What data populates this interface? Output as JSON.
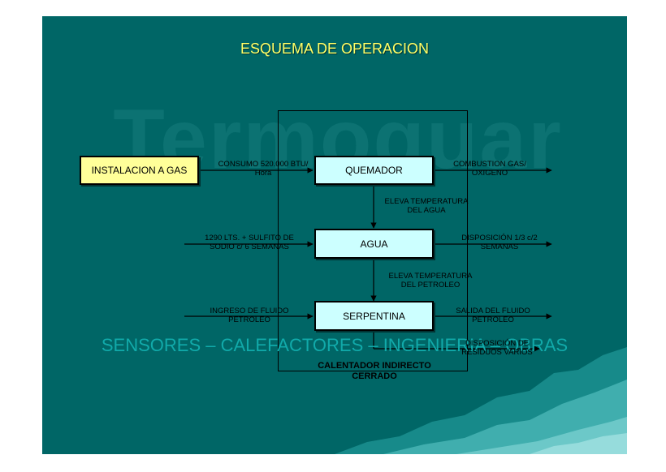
{
  "slide": {
    "title": "ESQUEMA DE OPERACION",
    "watermark_brand": "Termoquar",
    "watermark_tagline": "SENSORES – CALEFACTORES – INGENIERIA – OBRAS"
  },
  "nodes": {
    "instalacion": "INSTALACION A GAS",
    "quemador": "QUEMADOR",
    "agua": "AGUA",
    "serpentina": "SERPENTINA"
  },
  "edges": {
    "consumo_1": "CONSUMO 520.000 BTU/",
    "consumo_2": "Hora",
    "combustion_1": "COMBUSTION GAS/",
    "combustion_2": "OXIGENO",
    "eleva_agua_1": "ELEVA TEMPERATURA",
    "eleva_agua_2": "DEL AGUA",
    "sulfito_1": "1290 LTS. + SULFITO DE",
    "sulfito_2": "SODIO c/ 6 SEMANAS",
    "disposicion_1": "DISPOSICIÓN 1/3 c/2",
    "disposicion_2": "SEMANAS",
    "eleva_petroleo_1": "ELEVA TEMPERATURA",
    "eleva_petroleo_2": "DEL PETROLEO",
    "ingreso_1": "INGRESO DE FLUIDO",
    "ingreso_2": "PETROLEO",
    "salida_1": "SALIDA DEL FLUIDO",
    "salida_2": "PETROLEO",
    "residuos_1": "DISPOSICIÓN DE",
    "residuos_2": "RESIDUOS VARIOS"
  },
  "frame": {
    "caption_1": "CALENTADOR INDIRECTO",
    "caption_2": "CERRADO"
  },
  "colors": {
    "background": "#006666",
    "title": "#ffff66",
    "box_cyan": "#ccffff",
    "box_yellow": "#ffff99",
    "watermark_brand": "#0c7272",
    "watermark_tagline": "#11aaaa"
  }
}
